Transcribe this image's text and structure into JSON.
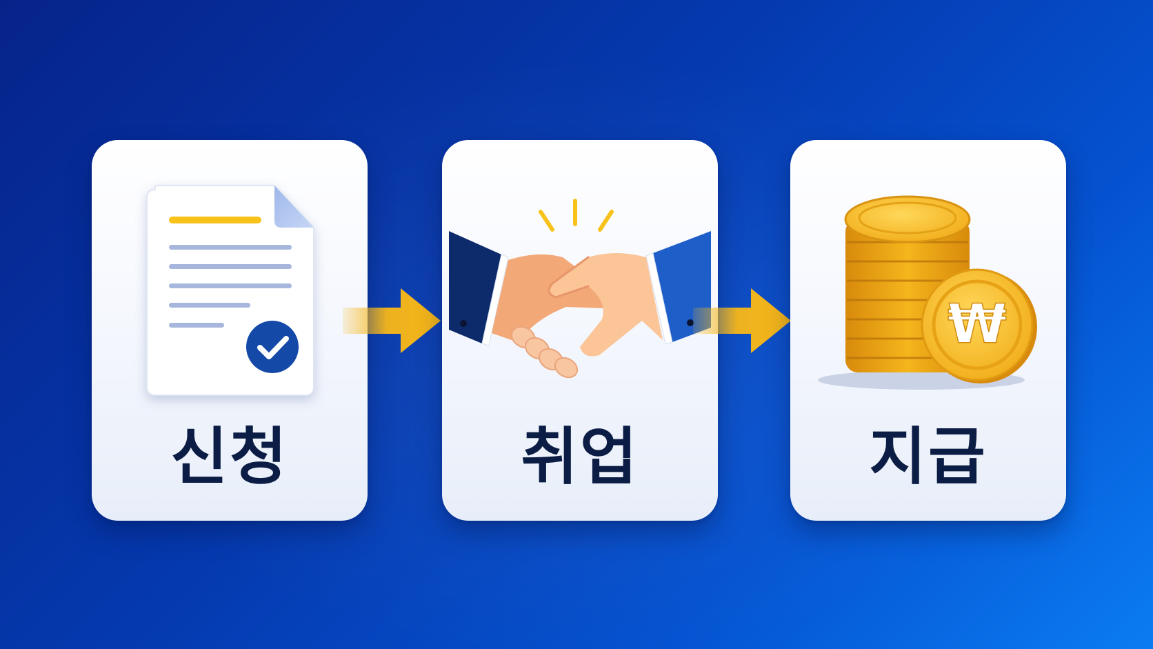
{
  "steps": [
    {
      "label": "신청",
      "icon": "document-check-icon"
    },
    {
      "label": "취업",
      "icon": "handshake-icon"
    },
    {
      "label": "지급",
      "icon": "coin-stack-won-icon",
      "coin_symbol": "₩"
    }
  ],
  "colors": {
    "background_dark": "#06238a",
    "background_light": "#0b7cf2",
    "card": "#ffffff",
    "label_text": "#0b1d44",
    "arrow": "#f7b718",
    "document_accent": "#f7c21a",
    "document_lines": "#a6b6dc",
    "check_badge": "#1549a8",
    "coin": "#f5b51c"
  }
}
